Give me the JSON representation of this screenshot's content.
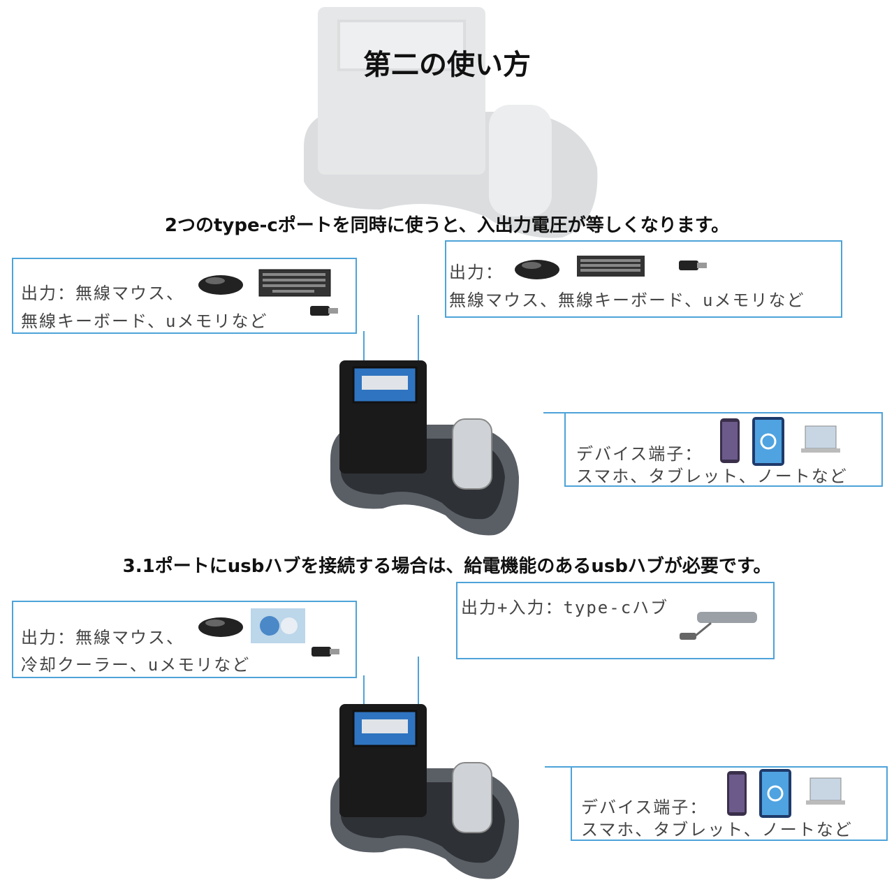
{
  "title": "第二の使い方",
  "section1": {
    "heading": "2つのtype-cポートを同時に使うと、入出力電圧が等しくなります。",
    "left_box": {
      "line1": "出力：無線マウス、",
      "line2": "無線キーボード、uメモリなど"
    },
    "right_box": {
      "line1": "出力：",
      "line2": "無線マウス、無線キーボード、uメモリなど"
    },
    "device_box": {
      "line1": "デバイス端子：",
      "line2": "スマホ、タブレット、ノートなど"
    }
  },
  "section2": {
    "heading": "3.1ポートにusbハブを接続する場合は、給電機能のあるusbハブが必要です。",
    "left_box": {
      "line1": "出力：無線マウス、",
      "line2": "冷却クーラー、uメモリなど"
    },
    "right_box": {
      "line1": "出力+入力：type-cハブ"
    },
    "device_box": {
      "line1": "デバイス端子：",
      "line2": "スマホ、タブレット、ノートなど"
    }
  },
  "colors": {
    "frame": "#4da3d9",
    "adapter_dark": "#1a1a1a",
    "adapter_metal": "#5a5f66",
    "usb_blue": "#2f74c0"
  },
  "icons": [
    "mouse-icon",
    "keyboard-icon",
    "usb-stick-icon",
    "phone-icon",
    "tablet-icon",
    "laptop-icon",
    "cooler-icon",
    "usb-hub-icon"
  ]
}
